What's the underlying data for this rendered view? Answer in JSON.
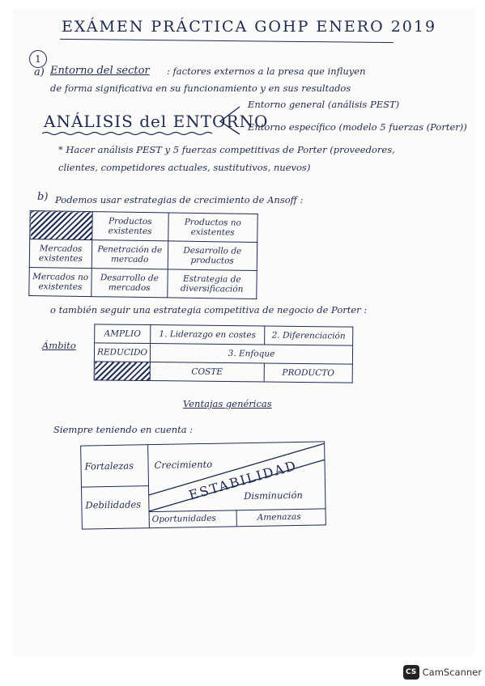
{
  "title": "EXÁMEN PRÁCTICA GOHP ENERO 2019",
  "section1": {
    "number": "1",
    "a_label": "a)",
    "a_term": "Entorno del sector",
    "a_line1": ": factores externos a la presa que influyen",
    "a_line2": "de forma significativa en su funcionamiento y en sus resultados",
    "analisis": "ANÁLISIS del ENTORNO",
    "general": "Entorno general (análisis PEST)",
    "especifico": "Entorno específico (modelo 5 fuerzas (Porter))",
    "note1": "* Hacer análisis PEST y 5 fuerzas competitivas de Porter (proveedores,",
    "note2": "clientes, competidores actuales, sustitutivos, nuevos)"
  },
  "section_b": {
    "label": "b)",
    "intro": "Podemos usar estrategias de crecimiento de Ansoff :",
    "ansoff": {
      "col1": "Productos existentes",
      "col2": "Productos no existentes",
      "row1": "Mercados existentes",
      "row2": "Mercados no existentes",
      "c11": "Penetración de mercado",
      "c12": "Desarrollo de productos",
      "c21": "Desarrollo de mercados",
      "c22": "Estrategia de diversificación"
    },
    "porter_intro": "o también seguir una estrategia competitiva de negocio de Porter :",
    "porter": {
      "ambito": "Ámbito",
      "amplio": "AMPLIO",
      "reducido": "REDUCIDO",
      "liderazgo": "1. Liderazgo en costes",
      "diferenciacion": "2. Diferenciación",
      "enfoque": "3. Enfoque",
      "coste": "COSTE",
      "producto": "PRODUCTO",
      "ventajas": "Ventajas genéricas"
    },
    "siempre": "Siempre teniendo en cuenta :",
    "swot": {
      "fortalezas": "Fortalezas",
      "debilidades": "Debilidades",
      "crecimiento": "Crecimiento",
      "estabilidad": "ESTABILIDAD",
      "disminucion": "Disminución",
      "oportunidades": "Oportunidades",
      "amenazas": "Amenazas"
    }
  },
  "footer": {
    "logo": "CS",
    "app": "CamScanner"
  }
}
